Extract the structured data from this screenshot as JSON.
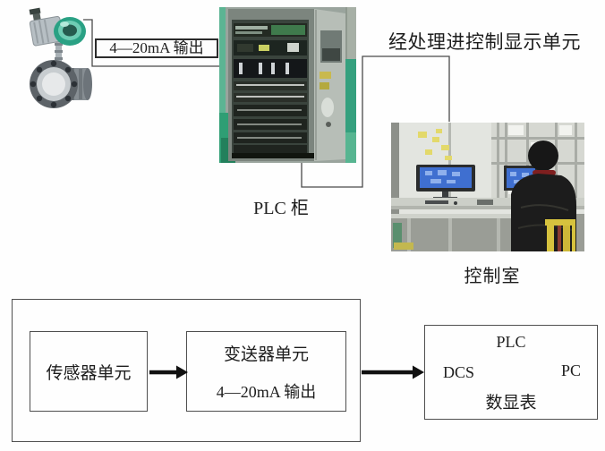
{
  "figure": {
    "flowmeter_output_label": "4—20mA 输出",
    "plc_cabinet_caption": "PLC 柜",
    "processing_note": "经处理进控制显示单元",
    "control_room_caption": "控制室"
  },
  "block_diagram": {
    "sensor_unit": "传感器单元",
    "transmitter_unit_line1": "变送器单元",
    "transmitter_unit_line2": "4—20mA 输出",
    "display_unit": {
      "plc": "PLC",
      "dcs": "DCS",
      "pc": "PC",
      "digital_meter": "数显表"
    }
  },
  "images": {
    "flowmeter": "turbine-flowmeter-with-teal-transmitter",
    "plc_cabinet": "open-plc-cabinet-with-module-racks",
    "control_room": "operator-watching-monitors-in-control-room"
  },
  "colors": {
    "background": "#ffffff",
    "line": "#4a4a4a",
    "text": "#1d1d1d",
    "arrow": "#111111",
    "teal_accent": "#2aa184",
    "blue_screen": "#3f6fd0",
    "chair_yellow": "#d6c23e"
  }
}
